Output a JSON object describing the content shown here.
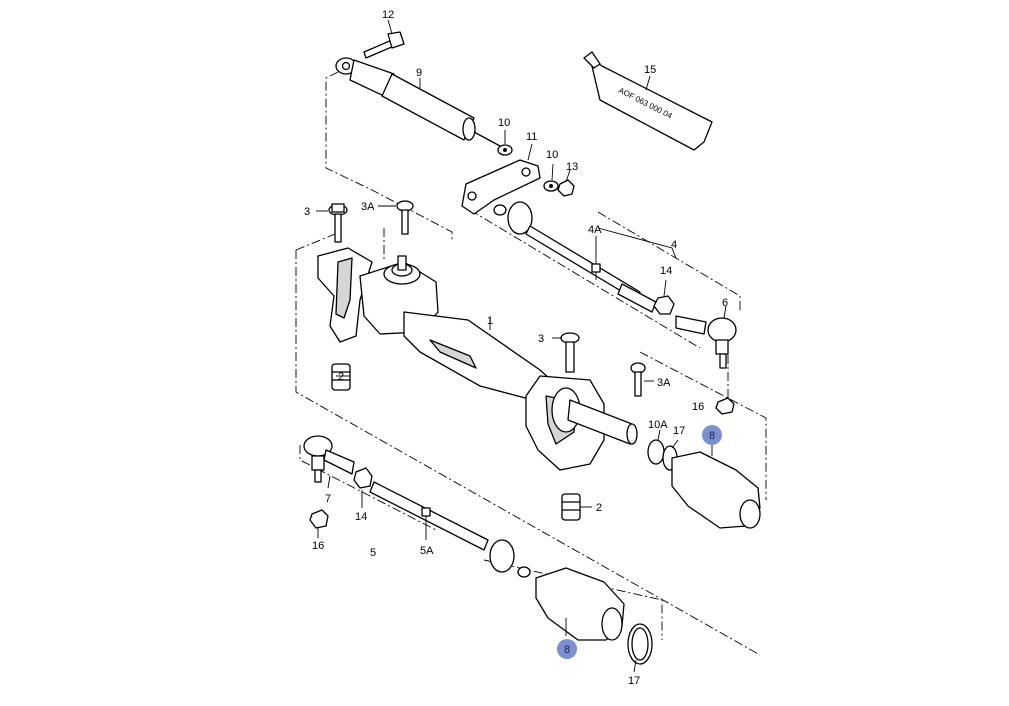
{
  "tube_text": "AOF 063 000 04",
  "highlight_color": "#7c8fcf",
  "labels": {
    "p12": "12",
    "p9": "9",
    "p15": "15",
    "p10a": "10",
    "p11": "11",
    "p10b": "10",
    "p13": "13",
    "p3a": "3",
    "p3Aa": "3A",
    "p4A": "4A",
    "p4": "4",
    "p14a": "14",
    "p6": "6",
    "p1": "1",
    "p2a": "2",
    "p3b": "3",
    "p3Ab": "3A",
    "p16a": "16",
    "p10A": "10A",
    "p17a": "17",
    "p8a": "8",
    "p2b": "2",
    "p7": "7",
    "p14b": "14",
    "p16b": "16",
    "p5": "5",
    "p5A": "5A",
    "p8b": "8",
    "p17b": "17"
  }
}
